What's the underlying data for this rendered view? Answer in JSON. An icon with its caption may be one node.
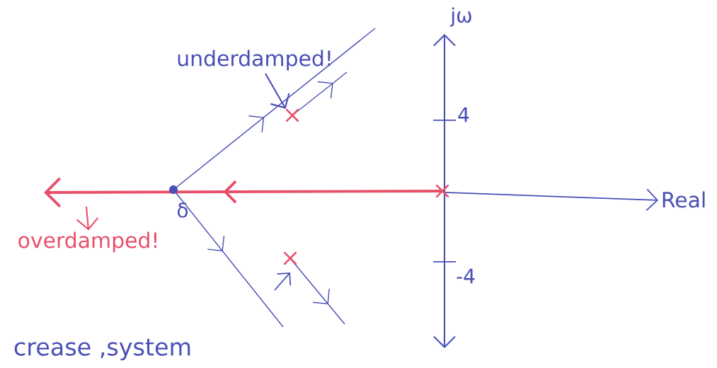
{
  "diagram": {
    "nodes": [
      {
        "text": [
          "underdamped!"
        ]
      },
      {
        "text": [
          "overdamped!"
        ]
      },
      {
        "text": [],
        "shape": "cross"
      },
      {
        "text": [],
        "shape": "cross"
      },
      {
        "text": [],
        "shape": "cross"
      }
    ],
    "edges": [
      {
        "from": 0,
        "to": 2,
        "arrow": "to"
      },
      {
        "from": null,
        "to": 1,
        "arrow": "to",
        "color": "#e8506a"
      }
    ],
    "labels": [
      "jω",
      "4",
      "Real",
      "δ",
      "-4",
      "crease ,system"
    ]
  }
}
